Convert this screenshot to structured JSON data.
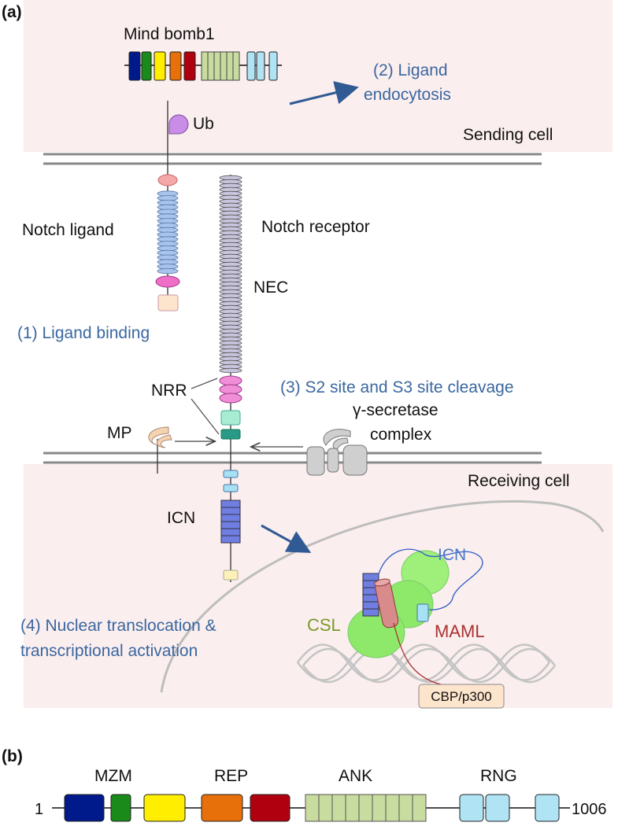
{
  "panel_a": {
    "tag": "(a)",
    "mind_bomb_label": "Mind bomb1",
    "ub_label": "Ub",
    "ligand_endocytosis_l1": "(2) Ligand",
    "ligand_endocytosis_l2": "endocytosis",
    "sending_cell": "Sending cell",
    "notch_ligand": "Notch ligand",
    "notch_receptor": "Notch receptor",
    "nec": "NEC",
    "ligand_binding": "(1) Ligand binding",
    "nrr": "NRR",
    "cleavage": "(3) S2 site and S3 site cleavage",
    "mp": "MP",
    "gamma_l1": "γ-secretase",
    "gamma_l2": "complex",
    "receiving_cell": "Receiving cell",
    "icn_left": "ICN",
    "icn_right": "ICN",
    "csl": "CSL",
    "maml": "MAML",
    "cbp": "CBP/p300",
    "nuclear_l1": "(4) Nuclear translocation &",
    "nuclear_l2": "transcriptional activation"
  },
  "panel_b": {
    "tag": "(b)",
    "start": "1",
    "end": "1006",
    "domains": [
      "MZM",
      "REP",
      "ANK",
      "RNG"
    ]
  },
  "colors": {
    "cell_bg": "#fbeeee",
    "text_blue": "#3a67a0",
    "csl_green": "#7a9a2a",
    "maml_red": "#a83232"
  }
}
